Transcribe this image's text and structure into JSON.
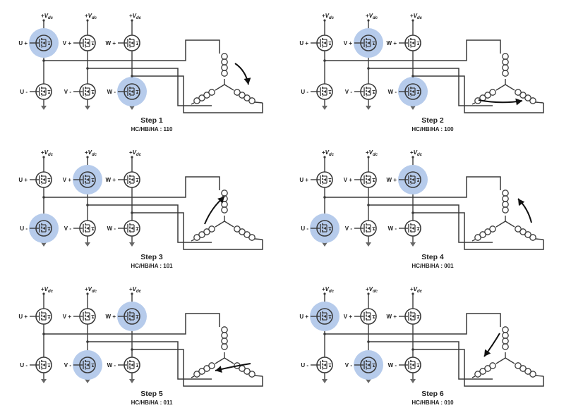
{
  "supply_label_prefix": "+",
  "supply_label_main": "V",
  "supply_label_sub": "dc",
  "colors": {
    "highlight": "#b6cbeb",
    "wire": "#3a3a3a",
    "text": "#222222"
  },
  "steps": [
    {
      "title": "Step 1",
      "code": "HC/HB/HA : 110",
      "gate_labels": [
        "U +",
        "V +",
        "W +",
        "U -",
        "V -",
        "W -"
      ],
      "active": [
        "U+",
        "W-"
      ],
      "arrow": "down-right"
    },
    {
      "title": "Step 2",
      "code": "HC/HB/HA : 100",
      "gate_labels": [
        "U +",
        "V +",
        "W +",
        "U -",
        "V -",
        "W -"
      ],
      "active": [
        "V+",
        "W-"
      ],
      "arrow": "right"
    },
    {
      "title": "Step 3",
      "code": "HC/HB/HA : 101",
      "gate_labels": [
        "U +",
        "V +",
        "W +",
        "U -",
        "V -",
        "W -"
      ],
      "active": [
        "V+",
        "U-"
      ],
      "arrow": "up-right"
    },
    {
      "title": "Step 4",
      "code": "HC/HB/HA : 001",
      "gate_labels": [
        "U +",
        "V +",
        "W +",
        "U -",
        "V -",
        "W -"
      ],
      "active": [
        "W+",
        "U-"
      ],
      "arrow": "up-left"
    },
    {
      "title": "Step 5",
      "code": "HC/HB/HA : 011",
      "gate_labels": [
        "U +",
        "V +",
        "W +",
        "U -",
        "V -",
        "W -"
      ],
      "active": [
        "W+",
        "V-"
      ],
      "arrow": "left"
    },
    {
      "title": "Step 6",
      "code": "HC/HB/HA : 010",
      "gate_labels": [
        "U +",
        "V +",
        "W +",
        "U -",
        "V -",
        "W -"
      ],
      "active": [
        "U+",
        "V-"
      ],
      "arrow": "down-left"
    }
  ]
}
